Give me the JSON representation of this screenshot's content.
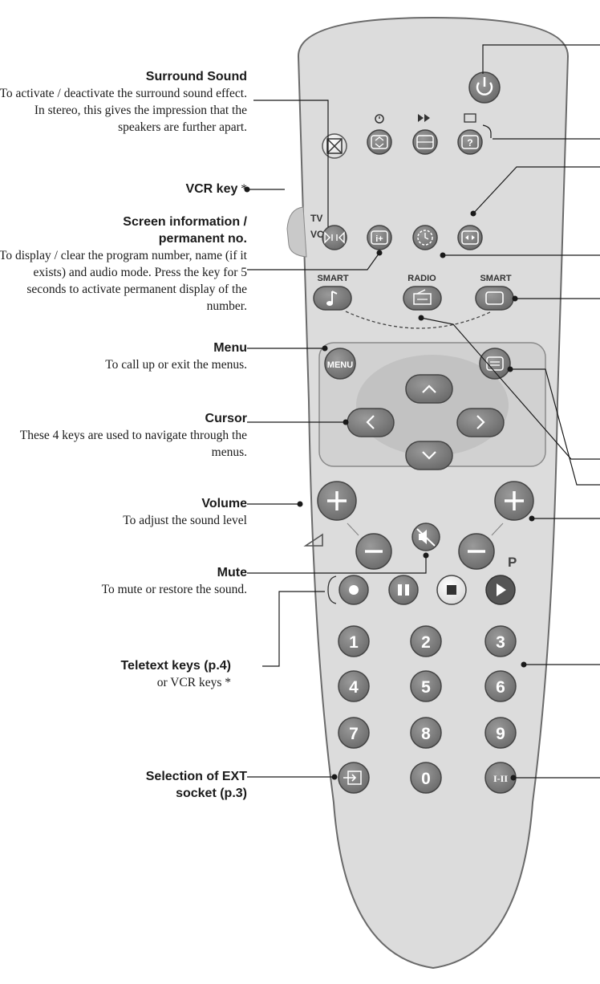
{
  "callouts": [
    {
      "id": "surround",
      "title": "Surround Sound",
      "desc": "To activate / deactivate the surround sound effect. In stereo, this gives the impression that the speakers are further apart."
    },
    {
      "id": "vcr_key",
      "title": "VCR key",
      "suffix": " *"
    },
    {
      "id": "screen_info",
      "title": "Screen information / permanent no.",
      "desc": "To display / clear the program number, name (if it exists) and audio mode. Press the key for 5 seconds to activate permanent display of the number."
    },
    {
      "id": "menu",
      "title": "Menu",
      "desc": "To call up or exit the menus."
    },
    {
      "id": "cursor",
      "title": "Cursor",
      "desc": "These 4 keys are used to navigate through the menus."
    },
    {
      "id": "volume",
      "title": "Volume",
      "desc": "To adjust the sound level"
    },
    {
      "id": "mute",
      "title": "Mute",
      "desc": "To mute or restore the sound."
    },
    {
      "id": "teletext",
      "title": "Teletext keys (p.4)",
      "desc": "or VCR keys *"
    },
    {
      "id": "ext",
      "title": "Selection of EXT socket (p.3)"
    }
  ],
  "remote": {
    "switch_labels": [
      "TV",
      "VCR"
    ],
    "smart_left": "SMART",
    "radio": "RADIO",
    "smart_right": "SMART",
    "menu_key": "MENU",
    "p_label": "P",
    "digits": [
      "1",
      "2",
      "3",
      "4",
      "5",
      "6",
      "7",
      "8",
      "9",
      "0"
    ],
    "dual_key": "I-II"
  },
  "colors": {
    "body": "#dcdcdc",
    "outline": "#6a6a6a",
    "button_gray": "#787878",
    "button_light": "#f3f3f3",
    "line": "#1a1a1a"
  }
}
